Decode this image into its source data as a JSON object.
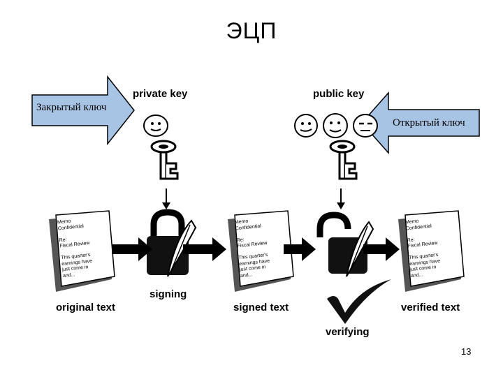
{
  "slide": {
    "title": "ЭЦП",
    "page_number": "13"
  },
  "callouts": {
    "private": "Закрытый ключ",
    "public": "Открытый ключ"
  },
  "keys": {
    "private_label": "private key",
    "public_label": "public key"
  },
  "documents": {
    "original": {
      "label": "original text",
      "text": "Memo\nConfidential\n\nRe:\nFiscal Review\n\nThis quarter's\nearnings have\njust come in\nand..."
    },
    "signed": {
      "label": "signed text",
      "text": "Memo\nConfidential\n\nRe:\nFiscal Review\n\nThis quarter's\nearnings have\njust come in\nand..."
    },
    "verified": {
      "label": "verified text",
      "text": "Memo\nConfidential\n\nRe:\nFiscal Review\n\nThis quarter's\nearnings have\njust come in\nand..."
    }
  },
  "steps": {
    "signing": "signing",
    "verifying": "verifying"
  },
  "colors": {
    "stroke": "#000000",
    "callout_fill": "#a7c4e4",
    "shadow": "#555555",
    "paper": "#ffffff"
  }
}
